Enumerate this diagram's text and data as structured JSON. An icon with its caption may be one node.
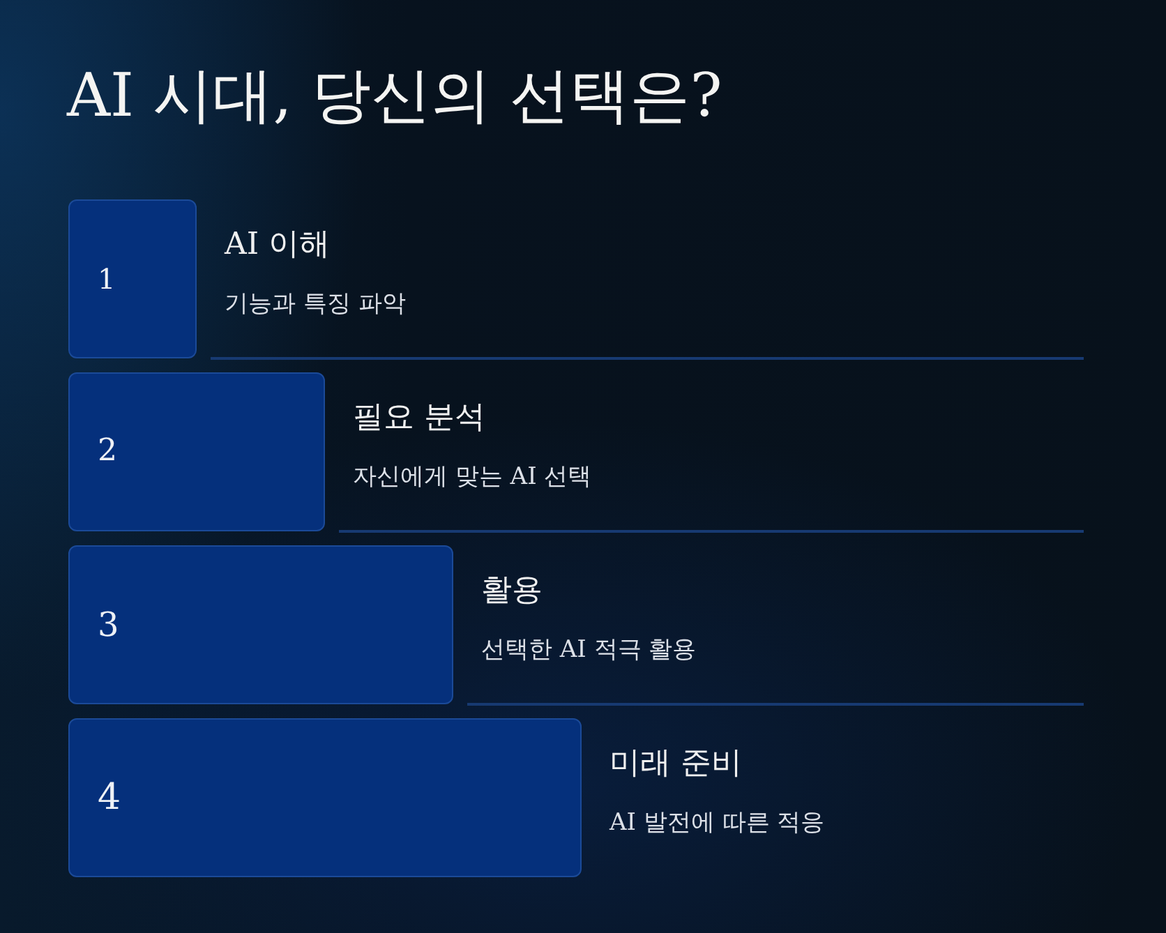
{
  "diagram": {
    "title": "AI 시대, 당신의 선택은?",
    "nodes": [
      {
        "text": [
          "1"
        ],
        "beside": [
          "AI 이해",
          "기능과 특징 파악"
        ]
      },
      {
        "text": [
          "2"
        ],
        "beside": [
          "필요 분석",
          "자신에게 맞는 AI 선택"
        ]
      },
      {
        "text": [
          "3"
        ],
        "beside": [
          "활용",
          "선택한 AI 적극 활용"
        ]
      },
      {
        "text": [
          "4"
        ],
        "beside": [
          "미래 준비",
          "AI 발전에 따른 적응"
        ]
      }
    ]
  }
}
